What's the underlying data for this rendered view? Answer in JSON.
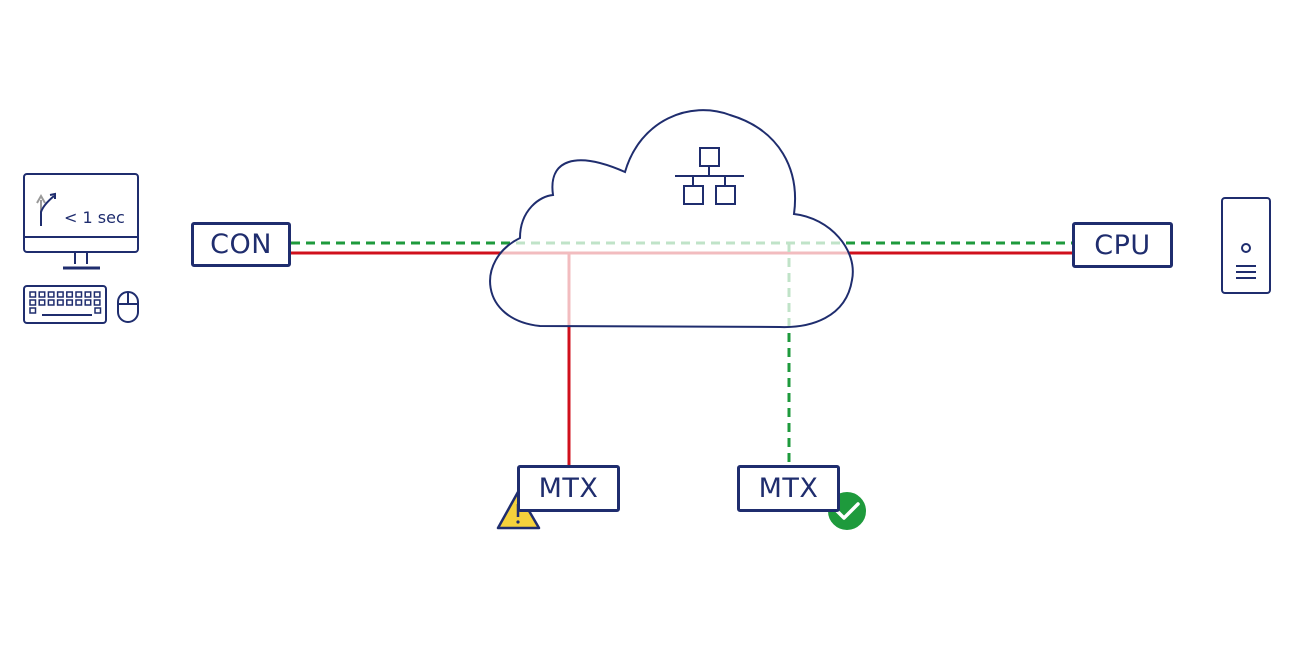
{
  "nodes": {
    "con": {
      "label": "CON"
    },
    "cpu": {
      "label": "CPU"
    },
    "mtx_left": {
      "label": "MTX",
      "status": "warning"
    },
    "mtx_right": {
      "label": "MTX",
      "status": "ok"
    }
  },
  "workstation": {
    "latency_label": "< 1 sec"
  },
  "links": [
    {
      "from": "con",
      "to": "cpu",
      "style": "dashed",
      "color": "#1e9a3c"
    },
    {
      "from": "con",
      "to": "cpu",
      "style": "solid",
      "color": "#d0101c"
    },
    {
      "from": "cloud",
      "to": "mtx_left",
      "style": "solid",
      "color": "#d0101c"
    },
    {
      "from": "cloud",
      "to": "mtx_right",
      "style": "dashed",
      "color": "#1e9a3c"
    }
  ],
  "colors": {
    "outline": "#1f2d6e",
    "primary_link": "#d0101c",
    "backup_link": "#1e9a3c",
    "warning": "#f5d23c",
    "ok": "#1e9a3c"
  },
  "icons": [
    "monitor-icon",
    "keyboard-icon",
    "mouse-icon",
    "network-icon",
    "server-tower-icon",
    "warning-icon",
    "checkmark-icon"
  ]
}
